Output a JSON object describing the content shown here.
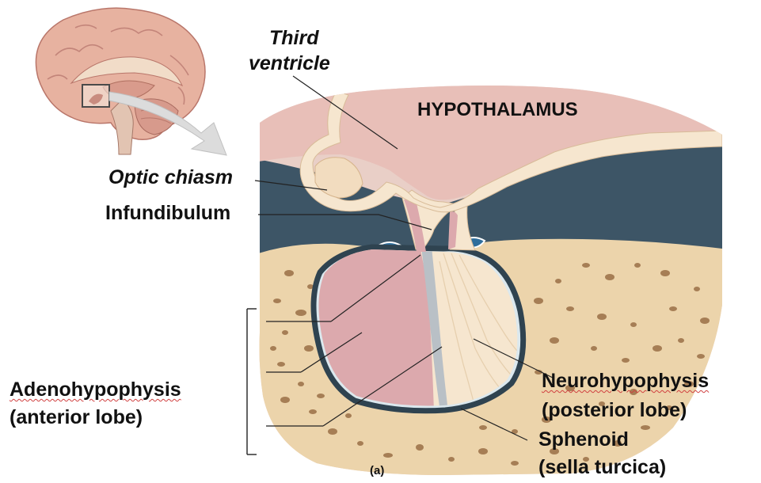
{
  "labels": {
    "third_ventricle_line1": "Third",
    "third_ventricle_line2": "ventricle",
    "hypothalamus": "HYPOTHALAMUS",
    "optic_chiasm": "Optic chiasm",
    "infundibulum": "Infundibulum",
    "adenohypophysis_line1": "Adenohypophysis",
    "adenohypophysis_line2": "(anterior lobe)",
    "neurohypophysis_line1": "Neurohypophysis",
    "neurohypophysis_line2": "(posterior lobe)",
    "sphenoid_line1": "Sphenoid",
    "sphenoid_line2": "(sella turcica)",
    "panel": "(a)"
  },
  "colors": {
    "hypothalamus_pink": "#e8bfb8",
    "neural_cream": "#f6e6cf",
    "anterior_lobe_pink": "#dca9ad",
    "cavity_slate": "#3d5566",
    "bone_tan": "#ecd4ab",
    "bone_pore": "#a67e55",
    "capsule_dark": "#2f4350",
    "leader_line": "#222222"
  }
}
